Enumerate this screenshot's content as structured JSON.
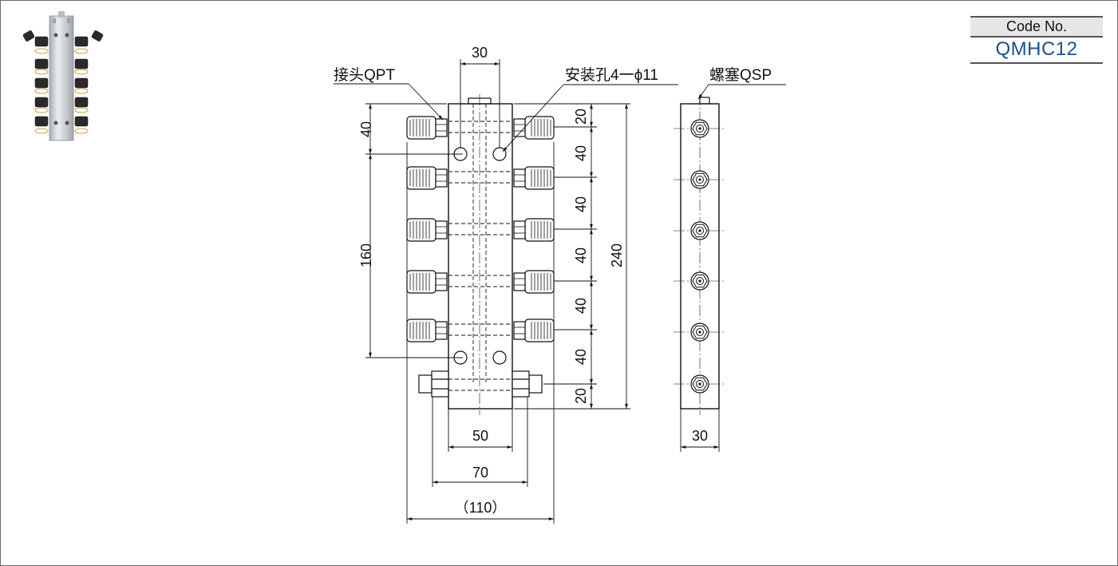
{
  "code": {
    "label": "Code No.",
    "value": "QMHC12"
  },
  "callouts": {
    "joint": "接头QPT",
    "holes": "安装孔4一ϕ11",
    "plug": "螺塞QSP"
  },
  "dimensions": {
    "top_width": "30",
    "left_top": "40",
    "left_span": "160",
    "right_pitch": [
      "20",
      "40",
      "40",
      "40",
      "40",
      "40",
      "20"
    ],
    "total_height": "240",
    "bottom_50": "50",
    "bottom_70": "70",
    "bottom_110": "（110）",
    "side_width": "30"
  },
  "colors": {
    "line": "#111111",
    "accent": "#1f4f8c",
    "header_bg": "#e6e6e6"
  }
}
